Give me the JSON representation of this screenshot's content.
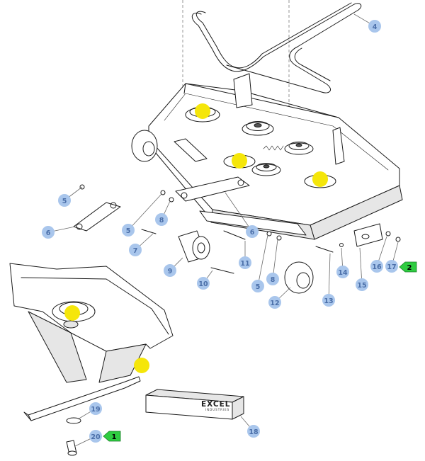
{
  "callouts": {
    "c1": "4",
    "c2": "5",
    "c3": "6",
    "c4": "5",
    "c5": "7",
    "c6": "8",
    "c7": "6",
    "c8": "9",
    "c9": "10",
    "c10": "11",
    "c11": "5",
    "c12": "8",
    "c13": "12",
    "c14": "13",
    "c15": "14",
    "c16": "15",
    "c17": "16",
    "c18": "17",
    "c19": "19",
    "c20": "20",
    "c21": "18"
  },
  "tags": {
    "t1": "2",
    "t2": "1"
  },
  "brand": {
    "name": "EXCEL",
    "tagline": "INDUSTRIES"
  },
  "colors": {
    "callout_fill": "#a9c6ec",
    "callout_text": "#4a6ea8",
    "tag_fill": "#2ecc40",
    "highlight": "#f5e60a"
  }
}
